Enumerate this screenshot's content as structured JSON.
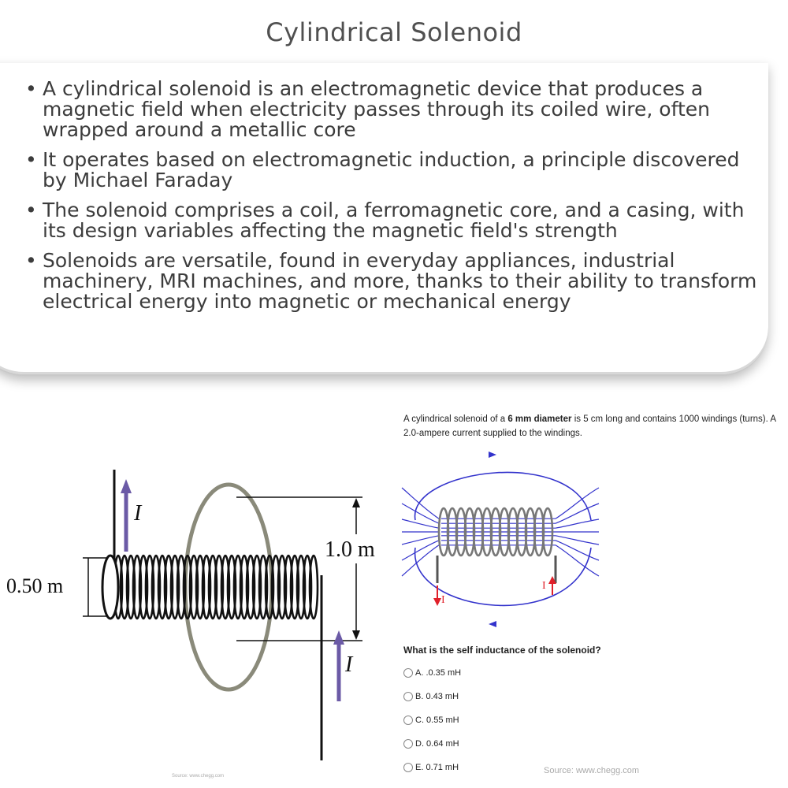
{
  "title": "Cylindrical Solenoid",
  "bullets": [
    "A cylindrical solenoid is an electromagnetic device that produces a magnetic field when electricity passes through its coiled wire, often wrapped around a metallic core",
    "It operates based on electromagnetic induction, a principle discovered by Michael Faraday",
    "The solenoid comprises a coil, a ferromagnetic core, and a casing, with its design variables affecting the magnetic field's strength",
    "Solenoids are versatile, found in everyday appliances, industrial machinery, MRI machines, and more, thanks to their ability to transform electrical energy into magnetic or mechanical energy"
  ],
  "left_figure": {
    "current_label": "I",
    "diameter_label": "0.50 m",
    "ring_label": "1.0 m",
    "source": "Source: www.chegg.com"
  },
  "right_figure": {
    "problem_pre": "A cylindrical solenoid of a ",
    "problem_bold": "6 mm diameter",
    "problem_post": " is 5 cm long and contains 1000 windings (turns). A 2.0-ampere current supplied to the windings.",
    "current_label": "I",
    "question": "What is the self inductance of the solenoid?",
    "options": [
      "A. .0.35 mH",
      "B. 0.43 mH",
      "C. 0.55 mH",
      "D. 0.64 mH",
      "E. 0.71 mH"
    ],
    "source": "Source: www.chegg.com"
  }
}
